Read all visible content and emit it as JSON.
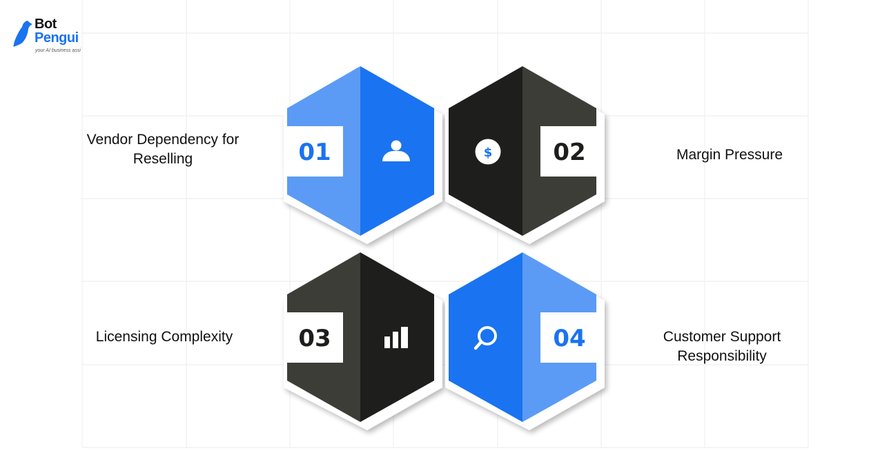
{
  "logo": {
    "brand_line1": "Bot",
    "brand_line2": "Pengui",
    "tagline": "your AI business assi",
    "icon": "penguin-icon"
  },
  "colors": {
    "blue_light": "#5b9bf5",
    "blue_dark": "#1a73f0",
    "charcoal_dark": "#1e1e1c",
    "charcoal_mid": "#3d3d38",
    "grid_line": "#efefef",
    "text": "#111111"
  },
  "items": [
    {
      "number": "01",
      "title_line1": "Vendor Dependency for",
      "title_line2": "Reselling",
      "icon": "user-icon",
      "theme": "blue"
    },
    {
      "number": "02",
      "title_line1": "Margin Pressure",
      "title_line2": "",
      "icon": "dollar-icon",
      "theme": "dark"
    },
    {
      "number": "03",
      "title_line1": "Licensing Complexity",
      "title_line2": "",
      "icon": "bar-chart-icon",
      "theme": "dark"
    },
    {
      "number": "04",
      "title_line1": "Customer Support",
      "title_line2": "Responsibility",
      "icon": "search-icon",
      "theme": "blue"
    }
  ]
}
